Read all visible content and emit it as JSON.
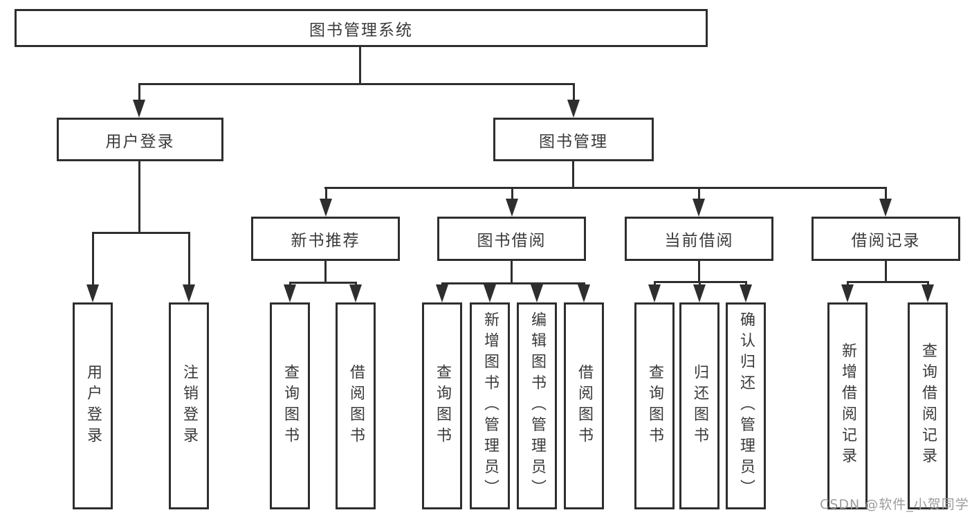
{
  "tree": {
    "label": "图书管理系统",
    "children": [
      {
        "label": "用户登录",
        "children": [
          {
            "label": "用户登录"
          },
          {
            "label": "注销登录"
          }
        ]
      },
      {
        "label": "图书管理",
        "children": [
          {
            "label": "新书推荐",
            "children": [
              {
                "label": "查询图书"
              },
              {
                "label": "借阅图书"
              }
            ]
          },
          {
            "label": "图书借阅",
            "children": [
              {
                "label": "查询图书"
              },
              {
                "label": "新增图书（管理员）"
              },
              {
                "label": "编辑图书（管理员）"
              },
              {
                "label": "借阅图书"
              }
            ]
          },
          {
            "label": "当前借阅",
            "children": [
              {
                "label": "查询图书"
              },
              {
                "label": "归还图书"
              },
              {
                "label": "确认归还（管理员）"
              }
            ]
          },
          {
            "label": "借阅记录",
            "children": [
              {
                "label": "新增借阅记录"
              },
              {
                "label": "查询借阅记录"
              }
            ]
          }
        ]
      }
    ]
  },
  "watermark": {
    "text": "CSDN @软件_小贺同学"
  },
  "colors": {
    "line": "#2e2e2e",
    "text": "#3a3a3a",
    "background": "#ffffff",
    "watermark": "#9c9c9c"
  }
}
